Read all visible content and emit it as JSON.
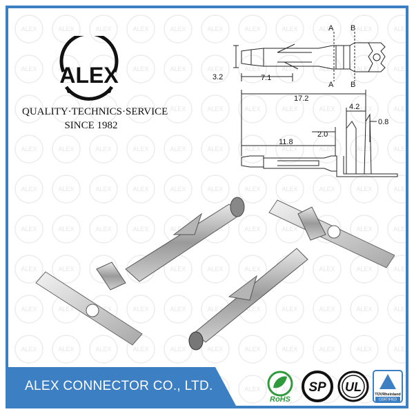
{
  "brand": {
    "logo_text": "ALEX",
    "tagline_line1": "QUALITY·TECHNICS·SERVICE",
    "tagline_line2": "SINCE 1982",
    "company_name": "ALEX CONNECTOR CO., LTD."
  },
  "watermark_text": "ALEX",
  "drawing": {
    "label_a_top": "A",
    "label_b_top": "B",
    "label_a_bottom": "A",
    "label_b_bottom": "B",
    "dim_height": "3.2",
    "dim_7_1": "7.1",
    "dim_total": "17.2",
    "dim_4_2": "4.2",
    "dim_0_8": "0.8",
    "dim_2_0": "2.0",
    "dim_11_8": "11.8"
  },
  "certifications": {
    "rohs": "RoHS",
    "csa": "SP",
    "ul": "UL",
    "tuv_line1": "TÜVRheinland",
    "tuv_line2": "CERTIFIED"
  },
  "colors": {
    "brand_blue": "#3d7fc3",
    "rohs_green": "#2e9a3b"
  }
}
